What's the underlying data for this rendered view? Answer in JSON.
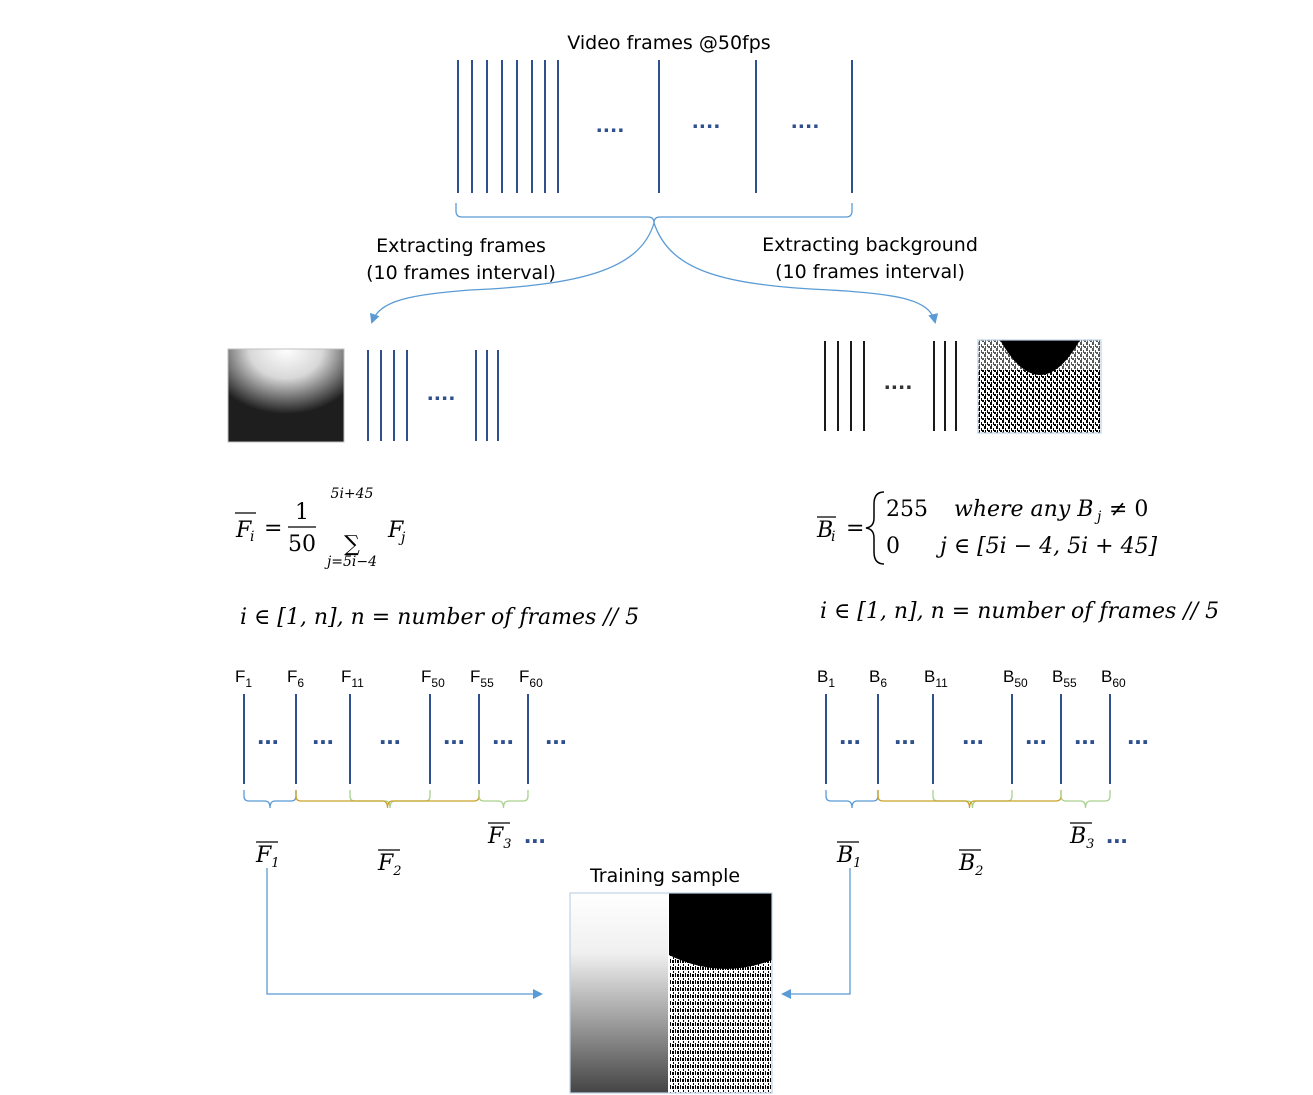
{
  "colors": {
    "frame_line": "#2f4f8f",
    "bg_line": "#1a1a1a",
    "arrow": "#5b9bd5",
    "brace_blue": "#5b9bd5",
    "brace_gold": "#c9a227",
    "brace_green": "#a9d18e"
  },
  "top": {
    "title": "Video frames @50fps",
    "dots": "...."
  },
  "branches": {
    "left_line1": "Extracting frames",
    "left_line2": "(10 frames interval)",
    "right_line1": "Extracting background",
    "right_line2": "(10 frames interval)"
  },
  "formulas": {
    "f_lhs": "F",
    "f_lhs_sub": "i",
    "f_eq": "=",
    "f_num": "1",
    "f_den": "50",
    "f_sum": "∑",
    "f_sum_top": "5i+45",
    "f_sum_bottom": "j=5i−4",
    "f_term": "F",
    "f_term_sub": "j",
    "b_lhs": "B",
    "b_lhs_sub": "i",
    "b_eq": "=",
    "b_case1_val": "255",
    "b_case1_cond": "where any B",
    "b_case1_sub": "j",
    "b_case1_tail": "≠ 0",
    "b_case2_val": "0",
    "b_case2_cond": "j ∈ [5i − 4, 5i + 45]",
    "range_left": "i ∈ [1, n],  n = number of frames // 5",
    "range_right": "i ∈ [1, n],  n = number of frames // 5"
  },
  "left_timeline": {
    "labels": [
      {
        "letter": "F",
        "sub": "1"
      },
      {
        "letter": "F",
        "sub": "6"
      },
      {
        "letter": "F",
        "sub": "11"
      },
      {
        "letter": "F",
        "sub": "50"
      },
      {
        "letter": "F",
        "sub": "55"
      },
      {
        "letter": "F",
        "sub": "60"
      }
    ],
    "avg_labels": [
      {
        "letter": "F",
        "sub": "1"
      },
      {
        "letter": "F",
        "sub": "2"
      },
      {
        "letter": "F",
        "sub": "3"
      }
    ],
    "dots": "..."
  },
  "right_timeline": {
    "labels": [
      {
        "letter": "B",
        "sub": "1"
      },
      {
        "letter": "B",
        "sub": "6"
      },
      {
        "letter": "B",
        "sub": "11"
      },
      {
        "letter": "B",
        "sub": "50"
      },
      {
        "letter": "B",
        "sub": "55"
      },
      {
        "letter": "B",
        "sub": "60"
      }
    ],
    "avg_labels": [
      {
        "letter": "B",
        "sub": "1"
      },
      {
        "letter": "B",
        "sub": "2"
      },
      {
        "letter": "B",
        "sub": "3"
      }
    ],
    "dots": "..."
  },
  "training": {
    "title": "Training sample"
  }
}
